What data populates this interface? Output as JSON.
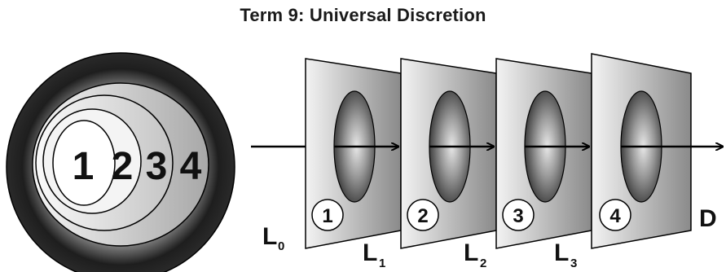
{
  "title": "Term 9: Universal Discretion",
  "circle_labels": [
    "1",
    "2",
    "3",
    "4"
  ],
  "panels": [
    {
      "number": "1"
    },
    {
      "number": "2"
    },
    {
      "number": "3"
    },
    {
      "number": "4"
    }
  ],
  "level_labels": {
    "l0": {
      "main": "L",
      "sub": "0"
    },
    "l1": {
      "main": "L",
      "sub": "1"
    },
    "l2": {
      "main": "L",
      "sub": "2"
    },
    "l3": {
      "main": "L",
      "sub": "3"
    }
  },
  "end_label": "D",
  "colors": {
    "dark_ring": "#1a1a1a",
    "panel_light": "#f0f0f0",
    "panel_dark": "#8c8c8c",
    "hole_dark": "#3a3a3a"
  }
}
